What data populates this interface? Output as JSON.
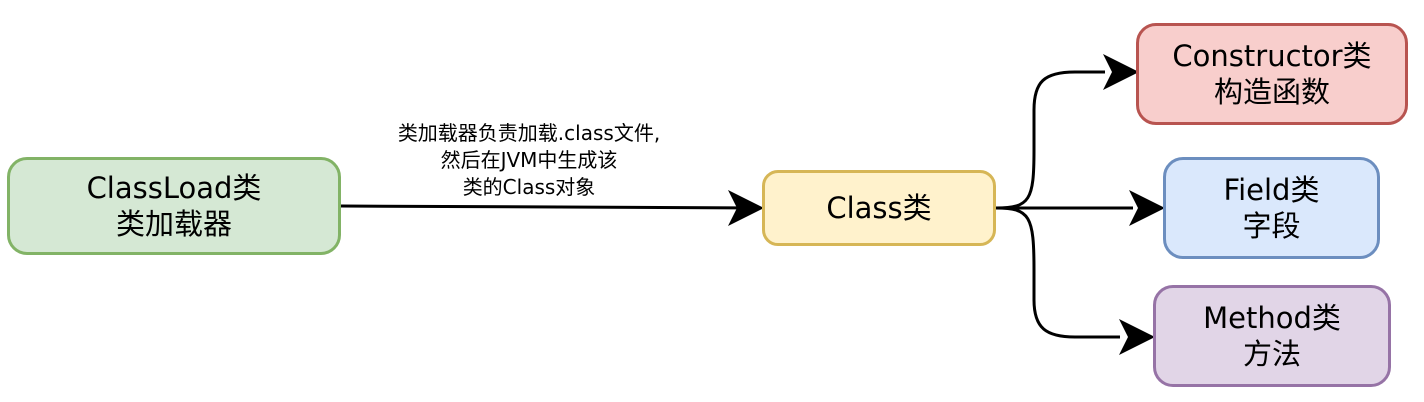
{
  "nodes": {
    "classloader": {
      "line1": "ClassLoad类",
      "line2": "类加载器",
      "fill": "#d5e8d4",
      "stroke": "#82b366"
    },
    "class": {
      "line1": "Class类",
      "fill": "#fff2cc",
      "stroke": "#d6b656"
    },
    "constructor": {
      "line1": "Constructor类",
      "line2": "构造函数",
      "fill": "#f8cecc",
      "stroke": "#b85450"
    },
    "field": {
      "line1": "Field类",
      "line2": "字段",
      "fill": "#dae8fc",
      "stroke": "#6c8ebf"
    },
    "method": {
      "line1": "Method类",
      "line2": "方法",
      "fill": "#e1d5e7",
      "stroke": "#9673a6"
    }
  },
  "edge_label": {
    "line1": "类加载器负责加载.class文件,",
    "line2": "然后在JVM中生成该",
    "line3": "类的Class对象"
  },
  "colors": {
    "edge": "#000000"
  }
}
